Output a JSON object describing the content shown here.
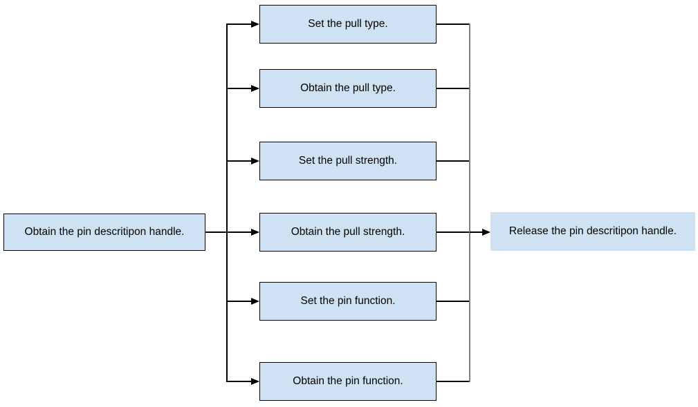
{
  "diagram": {
    "type": "flowchart",
    "start_node": {
      "label": "Obtain the pin descritipon handle."
    },
    "middle_nodes": [
      {
        "label": "Set the pull type."
      },
      {
        "label": "Obtain the pull type."
      },
      {
        "label": "Set the pull strength."
      },
      {
        "label": "Obtain the pull strength."
      },
      {
        "label": "Set the pin function."
      },
      {
        "label": "Obtain the pin function."
      }
    ],
    "end_node": {
      "label": "Release the pin descritipon handle."
    },
    "colors": {
      "node_fill": "#cfe2f3",
      "node_border": "#000000",
      "connector": "#000000",
      "merge_line": "#808080",
      "text": "#000000",
      "background": "#ffffff"
    }
  }
}
